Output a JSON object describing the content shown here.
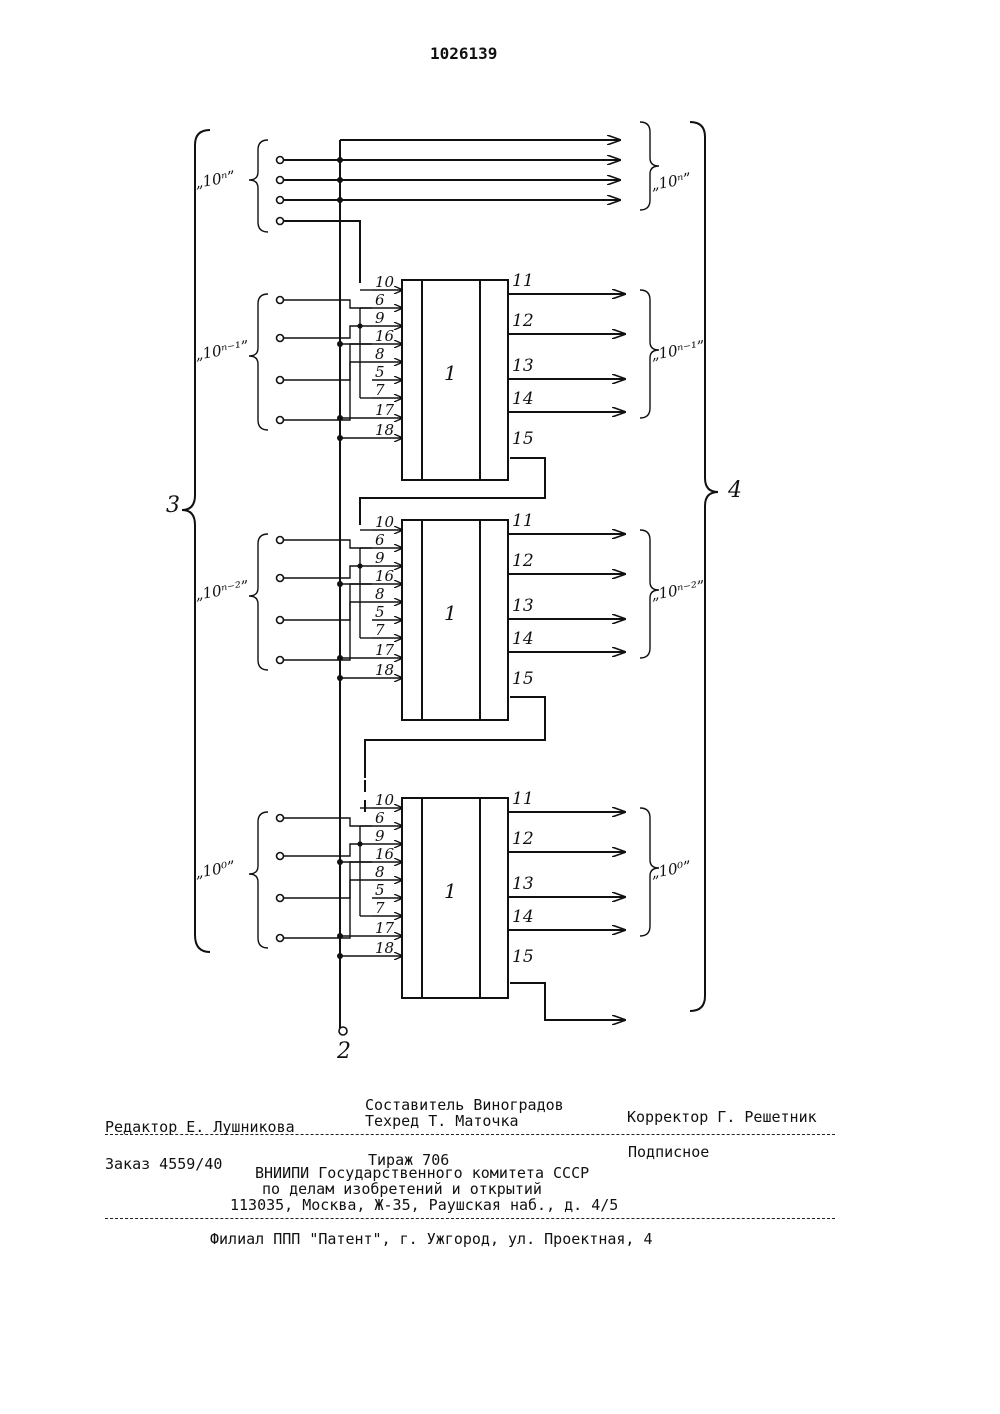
{
  "header": {
    "patent_number": "1026139"
  },
  "diagram": {
    "input_group_label": "3",
    "output_group_label": "4",
    "bus_label": "2",
    "block_label": "1",
    "top_in_label": "„10ⁿ”",
    "top_out_label": "„10ⁿ”",
    "stages": [
      {
        "in_label": "„10ⁿ⁻¹”",
        "out_label": "„10ⁿ⁻¹”"
      },
      {
        "in_label": "„10ⁿ⁻²”",
        "out_label": "„10ⁿ⁻²”"
      },
      {
        "in_label": "„10⁰”",
        "out_label": "„10⁰”"
      }
    ],
    "left_pins": [
      "10",
      "6",
      "9",
      "16",
      "8",
      "5",
      "7",
      "17",
      "18"
    ],
    "right_pins": [
      "11",
      "12",
      "13",
      "14",
      "15"
    ]
  },
  "footer": {
    "compiler": "Составитель Виноградов",
    "editor": "Редактор Е. Лушникова",
    "techred": "Техред Т. Маточка",
    "corrector": "Корректор Г. Решетник",
    "order": "Заказ 4559/40",
    "circulation": "Тираж 706",
    "subscription": "Подписное",
    "org_line1": "ВНИИПИ Государственного комитета СССР",
    "org_line2": "по делам изобретений и открытий",
    "address": "113035, Москва, Ж-35, Раушская наб., д. 4/5",
    "branch": "Филиал ППП \"Патент\", г. Ужгород, ул. Проектная, 4"
  }
}
